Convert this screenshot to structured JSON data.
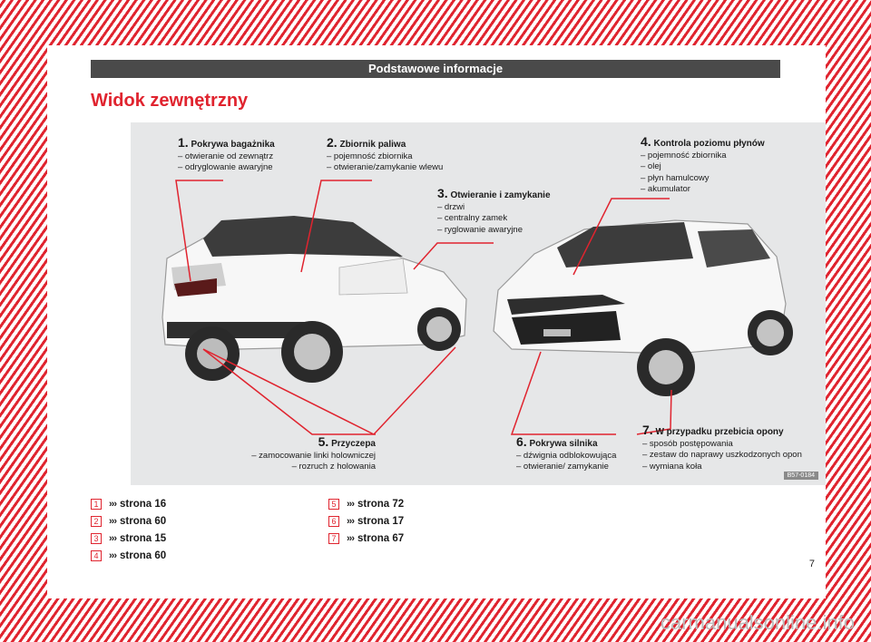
{
  "header": {
    "title": "Podstawowe informacje"
  },
  "section": {
    "title": "Widok zewnętrzny"
  },
  "figure": {
    "code": "B57-0184",
    "callouts": [
      {
        "num": "1.",
        "title": "Pokrywa bagażnika",
        "lines": [
          "– otwieranie od zewnątrz",
          "– odryglowanie awaryjne"
        ]
      },
      {
        "num": "2.",
        "title": "Zbiornik paliwa",
        "lines": [
          "– pojemność zbiornika",
          "– otwieranie/zamykanie wlewu"
        ]
      },
      {
        "num": "3.",
        "title": "Otwieranie i zamykanie",
        "lines": [
          "– drzwi",
          "– centralny zamek",
          "– ryglowanie awaryjne"
        ]
      },
      {
        "num": "4.",
        "title": "Kontrola poziomu płynów",
        "lines": [
          "– pojemność zbiornika",
          "– olej",
          "– płyn hamulcowy",
          "– akumulator"
        ]
      },
      {
        "num": "5.",
        "title": "Przyczepa",
        "lines": [
          "– zamocowanie linki holowniczej",
          "– rozruch z holowania"
        ]
      },
      {
        "num": "6.",
        "title": "Pokrywa silnika",
        "lines": [
          "– dźwignia odblokowująca",
          "– otwieranie/ zamykanie"
        ]
      },
      {
        "num": "7.",
        "title": "W przypadku przebicia opony",
        "lines": [
          "– sposób postępowania",
          "– zestaw do naprawy uszkodzonych opon",
          "– wymiana koła"
        ]
      }
    ]
  },
  "references": [
    {
      "badge": "1",
      "arrow": "›››",
      "text": "strona 16"
    },
    {
      "badge": "2",
      "arrow": "›››",
      "text": "strona 60"
    },
    {
      "badge": "3",
      "arrow": "›››",
      "text": "strona 15"
    },
    {
      "badge": "4",
      "arrow": "›››",
      "text": "strona 60"
    },
    {
      "badge": "5",
      "arrow": "›››",
      "text": "strona 72"
    },
    {
      "badge": "6",
      "arrow": "›››",
      "text": "strona 17"
    },
    {
      "badge": "7",
      "arrow": "›››",
      "text": "strona 67"
    }
  ],
  "page_number": "7",
  "watermark": "carmanualsonline.info",
  "colors": {
    "accent": "#e0242f",
    "header_bg": "#4a4a4a",
    "figure_bg": "#e6e7e8"
  }
}
